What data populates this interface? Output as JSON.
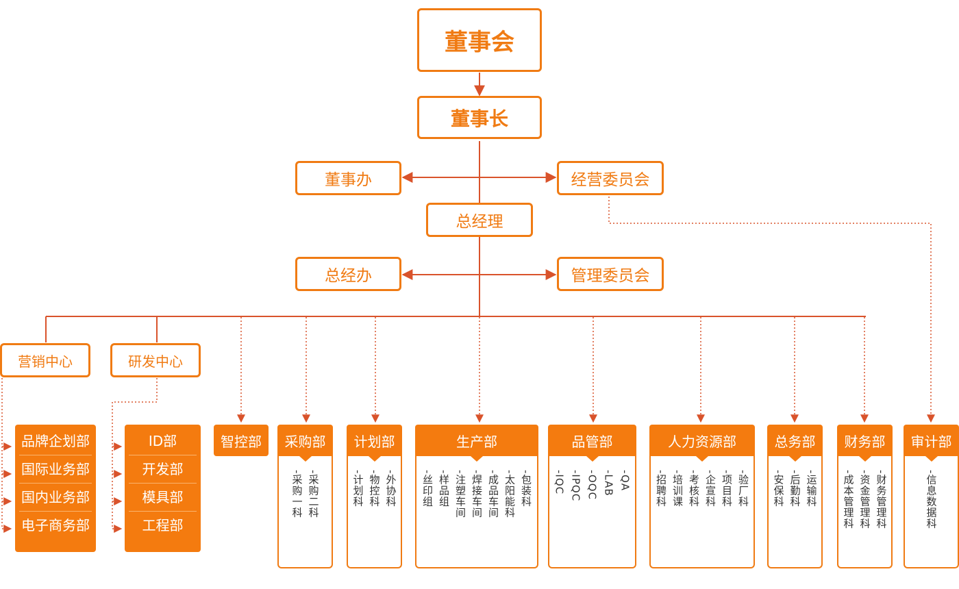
{
  "top": {
    "board": "董事会",
    "chairman": "董事长",
    "chairman_office": "董事办",
    "operations_committee": "经营委员会",
    "general_manager": "总经理",
    "gm_office": "总经办",
    "management_committee": "管理委员会"
  },
  "centers": {
    "marketing": {
      "label": "营销中心",
      "items": [
        "品牌企划部",
        "国际业务部",
        "国内业务部",
        "电子商务部"
      ]
    },
    "rnd": {
      "label": "研发中心",
      "items": [
        "ID部",
        "开发部",
        "模具部",
        "工程部"
      ]
    }
  },
  "departments": [
    {
      "name": "智控部",
      "units": []
    },
    {
      "name": "采购部",
      "units": [
        "-采购一科",
        "-采购二科"
      ]
    },
    {
      "name": "计划部",
      "units": [
        "-计划科",
        "-物控科",
        "-外协科"
      ]
    },
    {
      "name": "生产部",
      "units": [
        "-丝印组",
        "-样品组",
        "-注塑车间",
        "-焊接车间",
        "-成品车间",
        "-太阳能科",
        "-包装科"
      ]
    },
    {
      "name": "品管部",
      "units": [
        "-IQC",
        "-IPQC",
        "-OQC",
        "-LAB",
        "-QA"
      ]
    },
    {
      "name": "人力资源部",
      "units": [
        "-招聘科",
        "-培训课",
        "-考核科",
        "-企宣科",
        "-项目科",
        "-验厂科"
      ]
    },
    {
      "name": "总务部",
      "units": [
        "-安保科",
        "-后勤科",
        "-运输科"
      ]
    },
    {
      "name": "财务部",
      "units": [
        "-成本管理科",
        "-资金管理科",
        "-财务管理科"
      ]
    },
    {
      "name": "审计部",
      "units": [
        "-信息数据科"
      ]
    }
  ],
  "colors": {
    "accent": "#f07b13",
    "line": "#d9532b",
    "text": "#333333"
  }
}
